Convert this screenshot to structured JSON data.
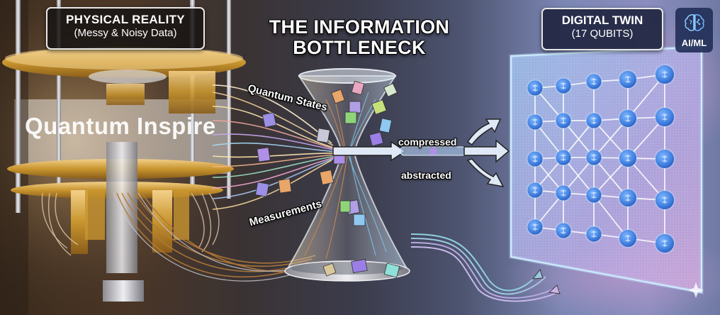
{
  "title": {
    "line1": "THE INFORMATION",
    "line2": "BOTTLENECK"
  },
  "physical_reality": {
    "heading": "PHYSICAL REALITY",
    "subheading": "(Messy & Noisy Data)",
    "logo_text": "Quantum Inspire"
  },
  "digital_twin": {
    "heading": "DIGITAL TWIN",
    "subheading": "(17 QUBITS)",
    "grid_rows": 5,
    "grid_cols": 5,
    "node_color": "#3f7fe0"
  },
  "badge": {
    "label": "AI/ML",
    "icon": "brain-icon"
  },
  "flow_labels": {
    "input_top": "Quantum States",
    "input_bottom": "Measurements",
    "output_top": "compressed",
    "output_bottom": "abstracted"
  },
  "colors": {
    "gold": "#c8952e",
    "panel_glow": "#bfe6ff",
    "node": "#3f7fe0",
    "doc_purple": "#9b7fe6",
    "doc_green": "#8fd47a",
    "doc_blue": "#7fb0f0",
    "doc_orange": "#e8a66a",
    "arrow_fill": "#dfe8f5"
  }
}
